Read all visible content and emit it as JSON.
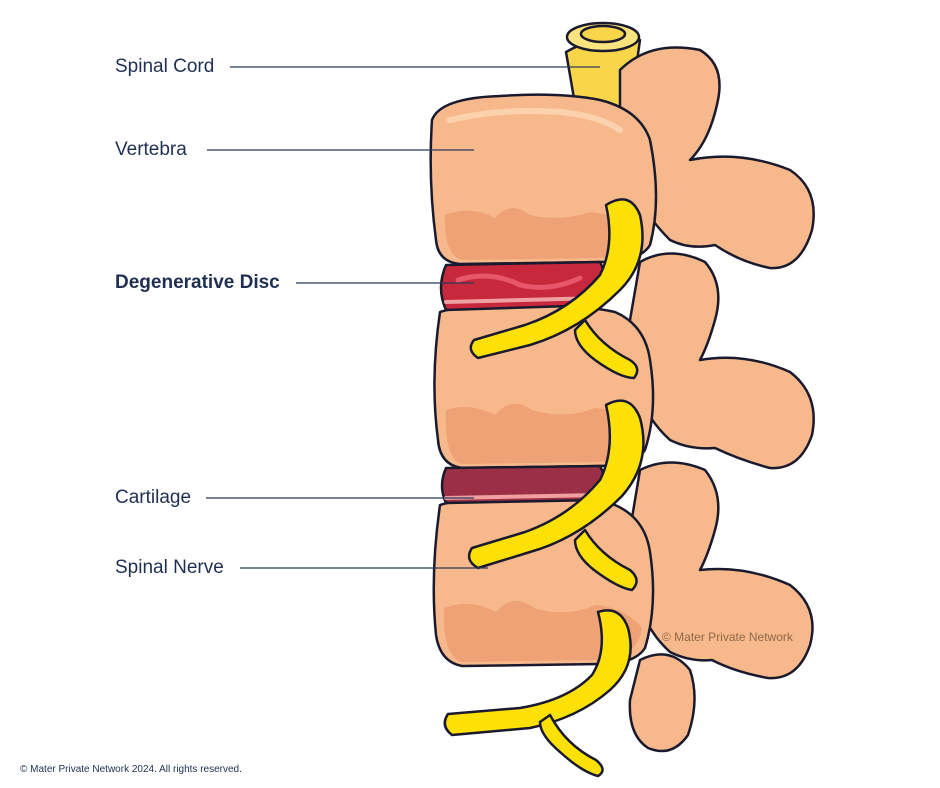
{
  "labels": {
    "spinal_cord": "Spinal Cord",
    "vertebra": "Vertebra",
    "degenerative_disc": "Degenerative Disc",
    "cartilage": "Cartilage",
    "spinal_nerve": "Spinal Nerve"
  },
  "watermark": "© Mater Private Network",
  "copyright": "© Mater Private Network 2024. All rights reserved.",
  "colors": {
    "bone": "#f7b98c",
    "bone_shadow": "#eea275",
    "bone_highlight": "#fcd2ae",
    "outline": "#1a1a2e",
    "nerve": "#fde106",
    "nerve_shadow": "#f2c200",
    "disc_degenerative": "#c8283c",
    "cartilage": "#9a2f45",
    "cord": "#f9d54a",
    "label_text": "#1f2f52",
    "leader_line": "#2b3a5a"
  }
}
